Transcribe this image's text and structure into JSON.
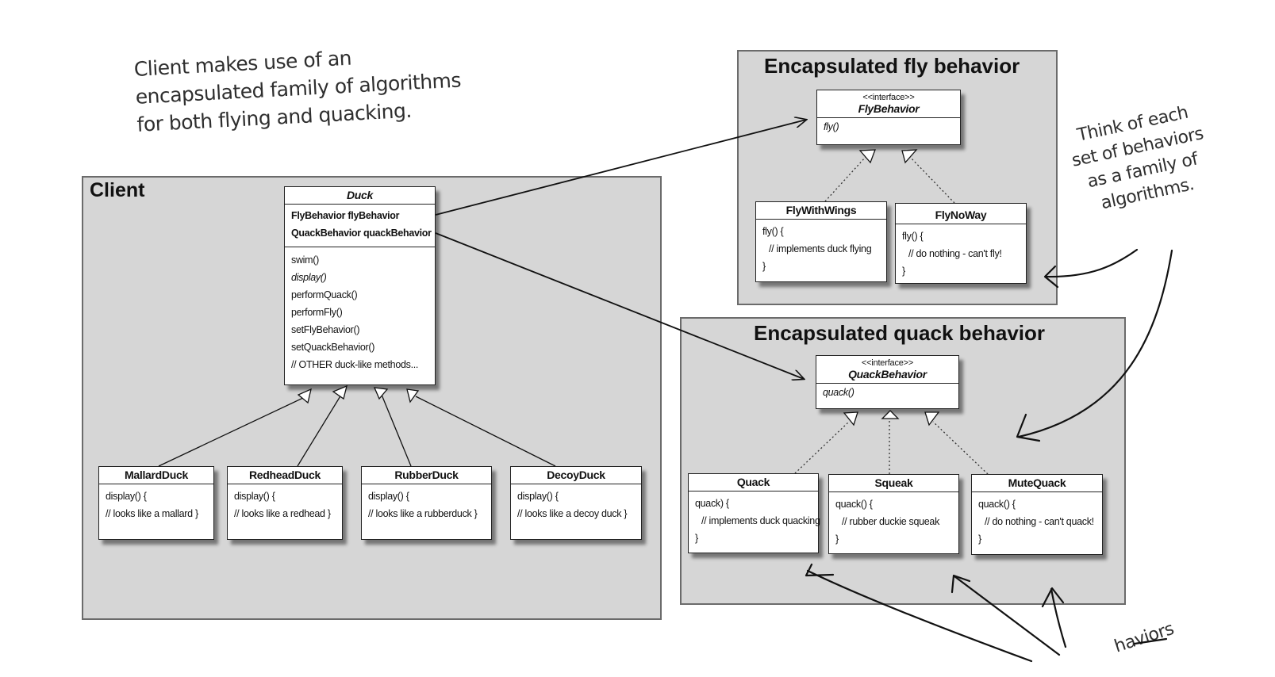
{
  "annotations": {
    "client_note": [
      "Client makes use of an",
      "encapsulated family of algorithms",
      "for both flying and quacking."
    ],
    "family_note": [
      "Think of each",
      "set of behaviors",
      "as a family of",
      "algorithms."
    ],
    "cut_note": "haviors"
  },
  "panels": {
    "client": "Client",
    "fly": "Encapsulated fly behavior",
    "quack": "Encapsulated quack behavior"
  },
  "duck": {
    "name": "Duck",
    "attributes": [
      "FlyBehavior flyBehavior",
      "QuackBehavior quackBehavior"
    ],
    "methods": [
      "swim()",
      "display()",
      "performQuack()",
      "performFly()",
      "setFlyBehavior()",
      "setQuackBehavior()",
      "// OTHER duck-like methods..."
    ]
  },
  "subclasses": [
    {
      "name": "MallardDuck",
      "lines": [
        "display() {",
        "// looks like a mallard }"
      ]
    },
    {
      "name": "RedheadDuck",
      "lines": [
        "display() {",
        "// looks like a redhead }"
      ]
    },
    {
      "name": "RubberDuck",
      "lines": [
        "display() {",
        "// looks like a rubberduck }"
      ]
    },
    {
      "name": "DecoyDuck",
      "lines": [
        "display() {",
        "// looks like a decoy duck }"
      ]
    }
  ],
  "fly_interface": {
    "stereotype": "<<interface>>",
    "name": "FlyBehavior",
    "method": "fly()"
  },
  "fly_impls": [
    {
      "name": "FlyWithWings",
      "lines": [
        "fly() {",
        "// implements duck flying",
        "}"
      ]
    },
    {
      "name": "FlyNoWay",
      "lines": [
        "fly() {",
        "// do nothing - can't fly!",
        "}"
      ]
    }
  ],
  "quack_interface": {
    "stereotype": "<<interface>>",
    "name": "QuackBehavior",
    "method": "quack()"
  },
  "quack_impls": [
    {
      "name": "Quack",
      "lines": [
        "quack) {",
        "// implements duck quacking",
        "}"
      ]
    },
    {
      "name": "Squeak",
      "lines": [
        "quack() {",
        "// rubber duckie squeak",
        "}"
      ]
    },
    {
      "name": "MuteQuack",
      "lines": [
        "quack() {",
        "// do nothing - can't quack!",
        "}"
      ]
    }
  ],
  "colors": {
    "panel_fill": "#d6d6d6",
    "panel_border": "#6b6b6b",
    "box_fill": "#ffffff",
    "ink": "#111111"
  }
}
